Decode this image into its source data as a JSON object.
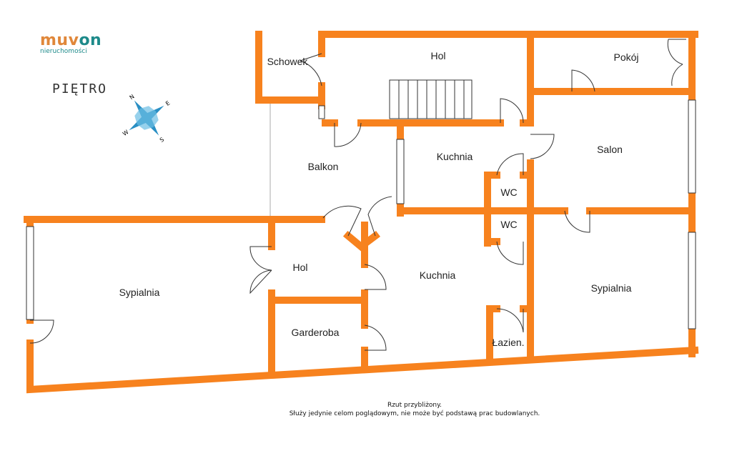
{
  "logo": {
    "brand_a": "muv",
    "brand_b": "on",
    "tagline": "nieruchomości"
  },
  "floor_title": "PIĘTRO",
  "compass": {
    "n": "N",
    "s": "S",
    "e": "E",
    "w": "W"
  },
  "rooms": [
    "Schowek",
    "Hol",
    "Pokój",
    "Kuchnia",
    "Salon",
    "Balkon",
    "WC",
    "WC",
    "Hol",
    "Kuchnia",
    "Sypialnia",
    "Sypialnia",
    "Garderoba",
    "Łazien."
  ],
  "footer": {
    "line1": "Rzut przybliżony.",
    "line2": "Służy jedynie celom poglądowym, nie może być podstawą prac budowlanych."
  },
  "colors": {
    "wall": "#f7821e",
    "compass": "#2a8fc4"
  }
}
